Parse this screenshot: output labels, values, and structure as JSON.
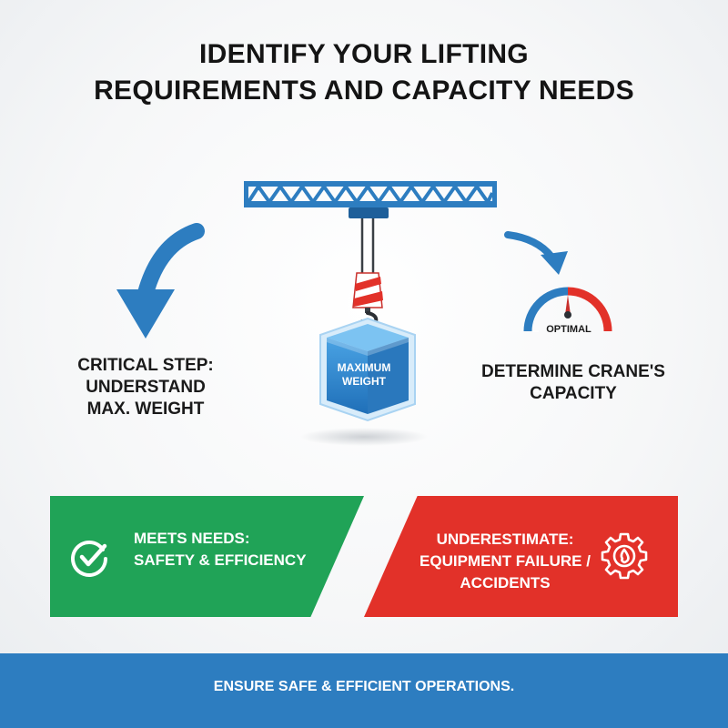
{
  "title": {
    "line1": "IDENTIFY YOUR LIFTING",
    "line2": "REQUIREMENTS AND CAPACITY NEEDS"
  },
  "left_step": {
    "line1": "CRITICAL STEP:",
    "line2": "UNDERSTAND",
    "line3": "MAX. WEIGHT"
  },
  "load_box": {
    "line1": "MAXIMUM",
    "line2": "WEIGHT"
  },
  "gauge": {
    "label": "OPTIMAL"
  },
  "right_step": {
    "line1": "DETERMINE CRANE'S",
    "line2": "CAPACITY"
  },
  "outcomes": {
    "good": {
      "line1": "MEETS NEEDS:",
      "line2": "SAFETY & EFFICIENCY",
      "icon": "check-circle-icon",
      "color": "#20a357"
    },
    "bad": {
      "line1": "UNDERESTIMATE:",
      "line2": "EQUIPMENT FAILURE /",
      "line3": "ACCIDENTS",
      "icon": "gear-warning-icon",
      "color": "#e23129"
    }
  },
  "footer": {
    "text": "ENSURE SAFE & EFFICIENT OPERATIONS."
  },
  "colors": {
    "crane_blue": "#2d7dc0",
    "footer_blue": "#2d7dc0",
    "gauge_red": "#e23129"
  }
}
